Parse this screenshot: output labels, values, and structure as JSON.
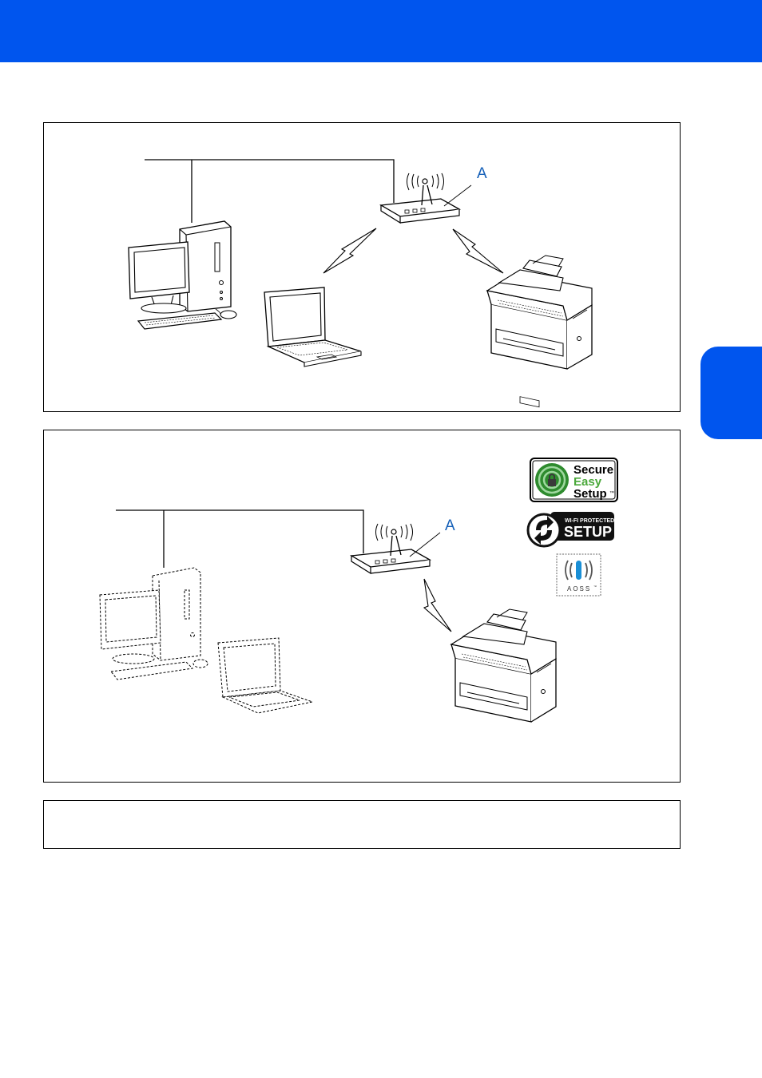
{
  "colors": {
    "brand_blue": "#0055ee",
    "label_blue": "#1560b8",
    "ses_green": "#2e8b2e"
  },
  "diagram_infrastructure": {
    "access_point_label": "A"
  },
  "diagram_secure_setup": {
    "access_point_label": "A",
    "logos": {
      "ses": {
        "line1": "Secure",
        "line2": "Easy",
        "line3": "Setup",
        "mark": "™",
        "icon": "padlock-signal-icon"
      },
      "wps": {
        "line1": "WI-FI PROTECTED",
        "line2": "SETUP",
        "icon": "wps-arrows-icon"
      },
      "aoss": {
        "text": "AOSS",
        "mark": "™",
        "icon": "aoss-signal-icon"
      }
    }
  },
  "icons": [
    "computer-icon",
    "laptop-icon",
    "access-point-icon",
    "printer-icon",
    "wireless-link-icon"
  ]
}
